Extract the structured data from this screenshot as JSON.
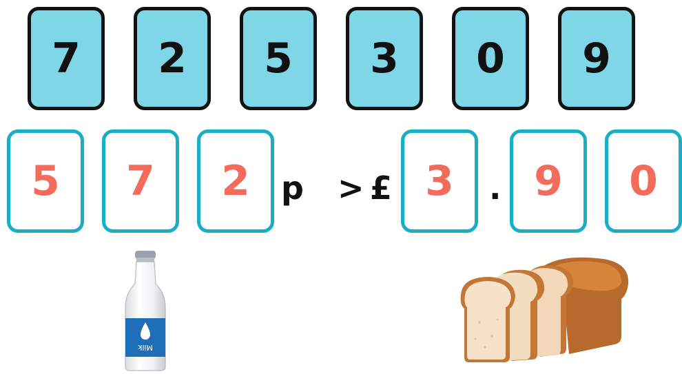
{
  "digit_cards": [
    "7",
    "2",
    "5",
    "3",
    "0",
    "9"
  ],
  "answer": {
    "pence_digits": [
      "5",
      "7",
      "2"
    ],
    "pence_unit": "p",
    "comparison": ">",
    "currency": "£",
    "pound_digit": "3",
    "decimal_point": ".",
    "decimal_digits": [
      "9",
      "0"
    ]
  },
  "images": {
    "left": "milk-bottle",
    "right": "bread-loaf",
    "milk_label": "Milk"
  },
  "colors": {
    "card_fill": "#7fd6e6",
    "card_border": "#111111",
    "answer_border": "#1aaec4",
    "answer_text": "#f26b5b"
  }
}
